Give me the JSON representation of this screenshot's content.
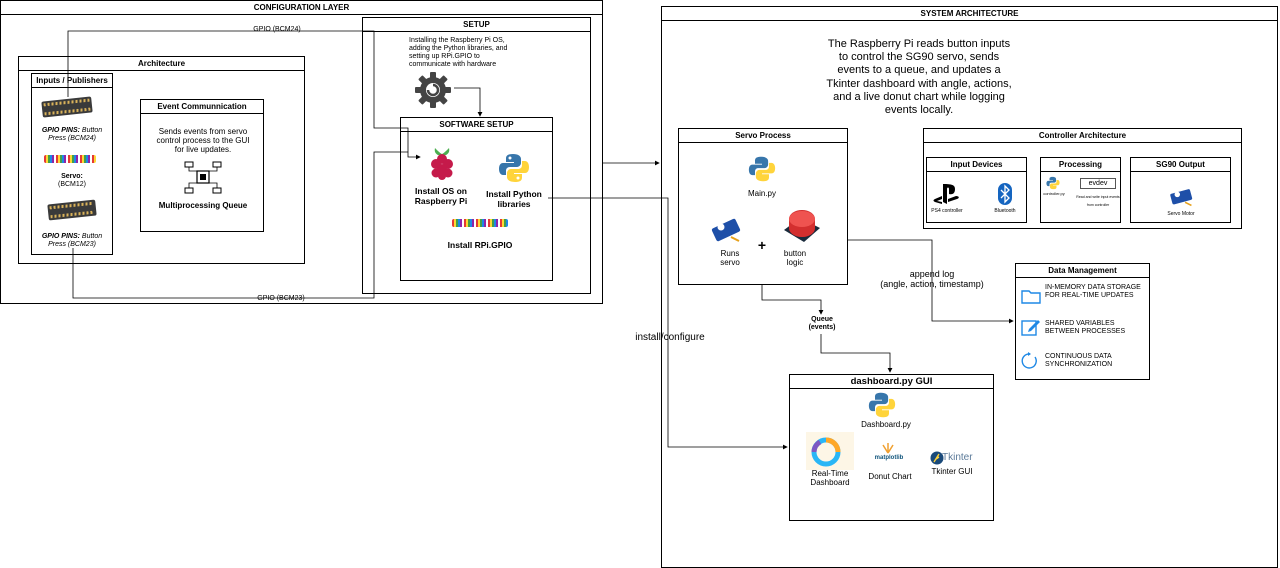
{
  "config": {
    "title": "CONFIGURATION LAYER",
    "gpio_top": "GPIO (BCM24)",
    "gpio_bottom": "GPIO (BCM23)",
    "architecture": {
      "title": "Architecture",
      "inputs": {
        "title": "Inputs / Publishers",
        "pin1_a": "GPIO PINS:",
        "pin1_b": " Button",
        "pin1_c": "Press (BCM24)",
        "servo_a": "Servo:",
        "servo_b": "(BCM12)",
        "pin2_a": "GPIO PINS:",
        "pin2_b": " Button",
        "pin2_c": "Press (BCM23)"
      },
      "event": {
        "title": "Event Communnication",
        "text": "Sends events from servo control process to the GUI for live updates.",
        "queue_label": "Multiprocessing Queue"
      }
    },
    "setup": {
      "title": "SETUP",
      "text": "Installing the Raspberry Pi OS, adding the Python libraries, and setting up RPi.GPIO to communicate with hardware"
    },
    "software": {
      "title": "SOFTWARE SETUP",
      "install_os": "Install OS on Raspberry Pi",
      "install_python": "Install Python libraries",
      "install_gpio": "Install RPi.GPIO"
    }
  },
  "edges": {
    "install_configure": "install/configure",
    "append_log": "append log",
    "append_log_detail": "(angle, action, timestamp)"
  },
  "system": {
    "title": "SYSTEM ARCHITECTURE",
    "description": "The Raspberry Pi reads button inputs to control the SG90 servo, sends events to a queue, and updates a Tkinter dashboard with angle, actions, and a live donut chart while logging events locally.",
    "servo_process": {
      "title": "Servo Process",
      "main": "Main.py",
      "runs_servo": "Runs servo",
      "plus": "+",
      "button_logic": "button logic"
    },
    "queue": "Queue (events)",
    "controller": {
      "title": "Controller Architecture",
      "input_devices": {
        "title": "Input Devices",
        "ps4": "PS4 controller",
        "bluetooth": "Bluetooth"
      },
      "processing": {
        "title": "Processing",
        "controller_py": "controller.py",
        "evdev": "evdev",
        "evdev_note": "Read and write input events from controller"
      },
      "sg90": {
        "title": "SG90 Output",
        "servo_motor": "Servo Motor"
      }
    },
    "data_management": {
      "title": "Data Management",
      "item1": "IN-MEMORY DATA STORAGE FOR REAL-TIME UPDATES",
      "item2": "SHARED VARIABLES BETWEEN PROCESSES",
      "item3": "CONTINUOUS DATA SYNCHRONIZATION"
    },
    "dashboard": {
      "title": "dashboard.py GUI",
      "file": "Dashboard.py",
      "realtime": "Real-Time Dashboard",
      "donut": "Donut Chart",
      "matplotlib": "matplotlib",
      "tkinter_logo": "Tkinter",
      "tkinter": "Tkinter GUI"
    }
  }
}
